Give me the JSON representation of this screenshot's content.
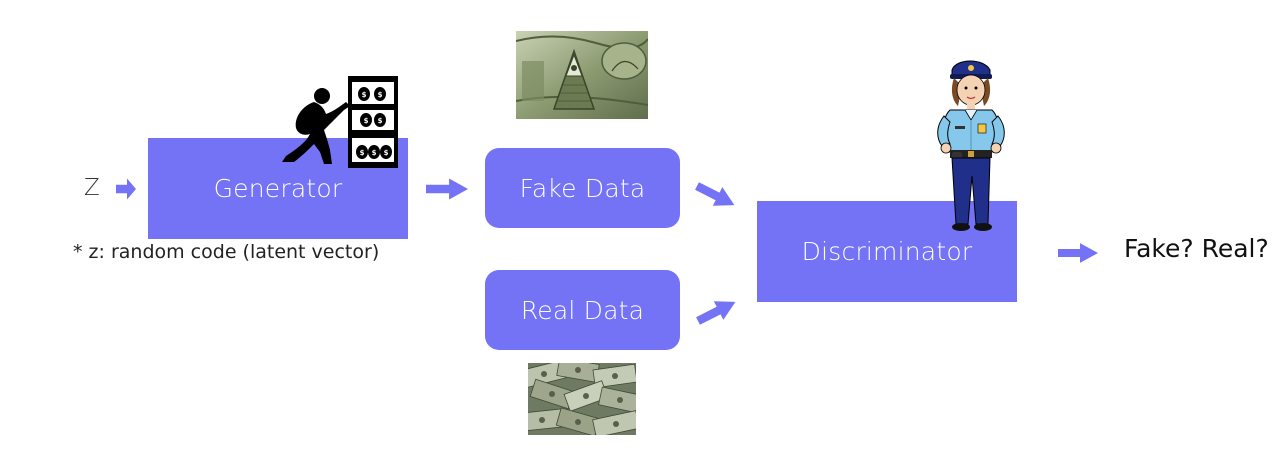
{
  "nodes": {
    "z": "Z",
    "generator": "Generator",
    "fake_data": "Fake Data",
    "real_data": "Real Data",
    "discriminator": "Discriminator"
  },
  "note": "* z: random code (latent vector)",
  "result": "Fake? Real?",
  "colors": {
    "box": "#7472f5",
    "arrow": "#7472f5",
    "silhouette": "#000000",
    "police_shirt": "#86c7ec",
    "police_pants": "#1f2f8a"
  },
  "icons": [
    "counterfeiter-silhouette-icon",
    "money-press-icon",
    "police-officer-icon",
    "fake-dollar-photo",
    "real-money-photo"
  ]
}
